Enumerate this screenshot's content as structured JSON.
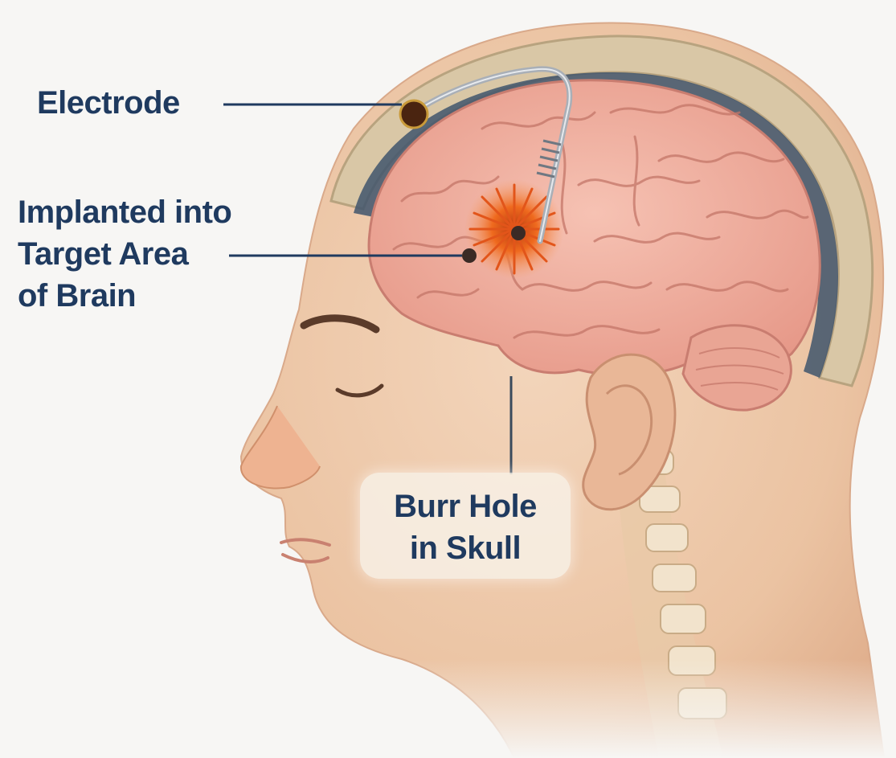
{
  "labels": {
    "electrode": "Electrode",
    "implant": [
      "Implanted into",
      "Target Area",
      "of Brain"
    ],
    "burr_hole": [
      "Burr Hole",
      "in Skull"
    ]
  },
  "colors": {
    "background": "#f7f6f4",
    "label_text": "#1f3a5f",
    "skin": "#edc6a8",
    "brain": "#efaea0",
    "burst": "#ef6a1e",
    "electrode_wire": "#a9afb7"
  }
}
